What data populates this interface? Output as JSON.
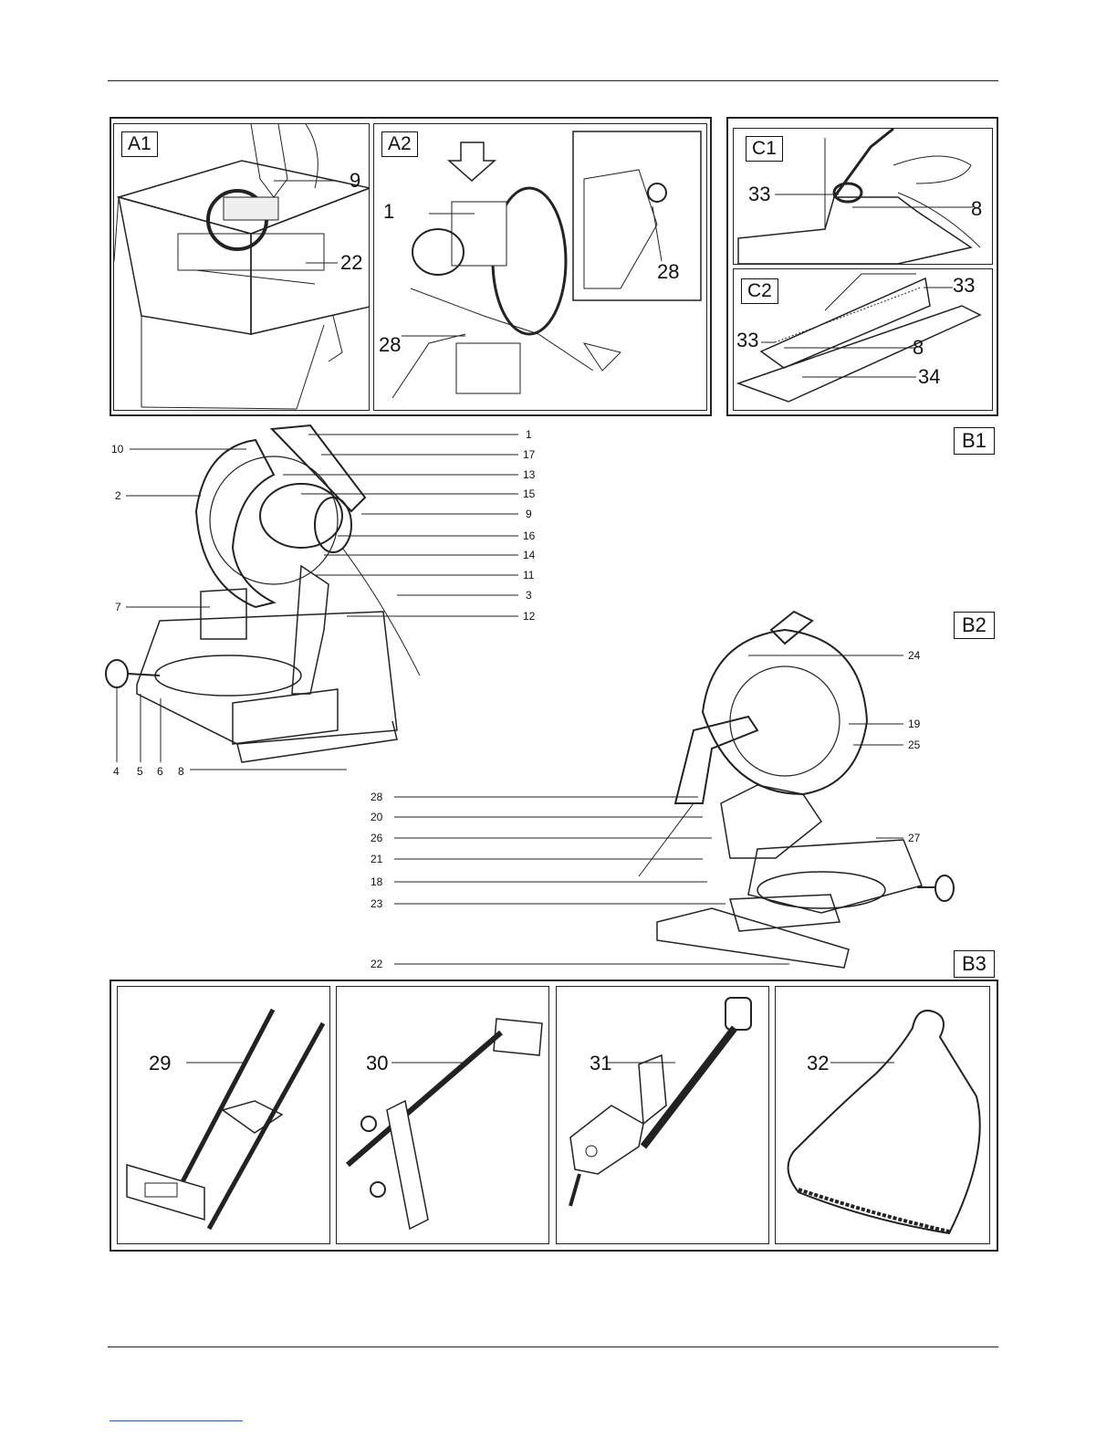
{
  "panels": {
    "A1": {
      "tag": "A1",
      "callouts": {
        "c9": "9",
        "c22": "22"
      }
    },
    "A2": {
      "tag": "A2",
      "callouts": {
        "c1": "1",
        "c28a": "28",
        "c28b": "28"
      }
    },
    "C1": {
      "tag": "C1",
      "callouts": {
        "c33": "33",
        "c8": "8"
      }
    },
    "C2": {
      "tag": "C2",
      "callouts": {
        "c33a": "33",
        "c33b": "33",
        "c8": "8",
        "c34": "34"
      }
    }
  },
  "section_tags": {
    "b1": "B1",
    "b2": "B2",
    "b3": "B3"
  },
  "b1_callouts": {
    "n1": "1",
    "n17": "17",
    "n13": "13",
    "n15": "15",
    "n9": "9",
    "n16": "16",
    "n14": "14",
    "n11": "11",
    "n3": "3",
    "n12": "12",
    "n10": "10",
    "n2": "2",
    "n7": "7",
    "n4": "4",
    "n5": "5",
    "n6": "6",
    "n8": "8"
  },
  "b2_callouts": {
    "n24": "24",
    "n19": "19",
    "n25": "25",
    "n27": "27",
    "n28": "28",
    "n20": "20",
    "n26": "26",
    "n21": "21",
    "n18": "18",
    "n23": "23",
    "n22": "22"
  },
  "b3_panels": {
    "p29": "29",
    "p30": "30",
    "p31": "31",
    "p32": "32"
  }
}
